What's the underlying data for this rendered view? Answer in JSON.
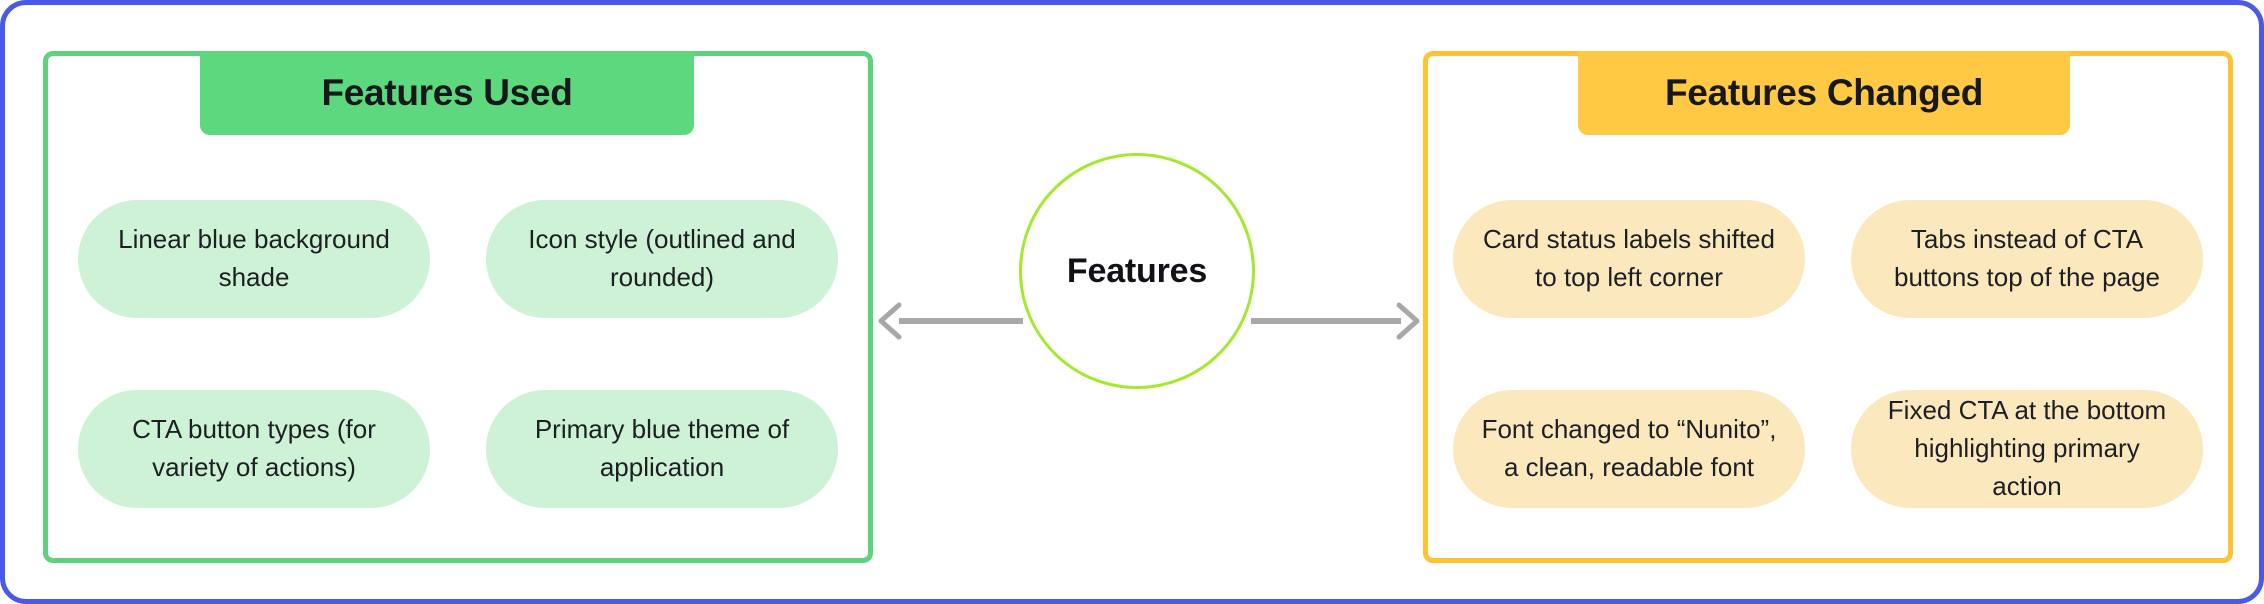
{
  "frame": {
    "border_color": "#4a5ae8",
    "background": "#ffffff"
  },
  "hub": {
    "label": "Features",
    "stroke_color": "#a5e82e",
    "shape": "circle"
  },
  "connectors": [
    {
      "name": "arrow-left",
      "direction": "left",
      "color": "#a8a8a8"
    },
    {
      "name": "arrow-right",
      "direction": "right",
      "color": "#a8a8a8"
    }
  ],
  "panels": [
    {
      "id": "features-used",
      "title": "Features Used",
      "border_color": "#5fd280",
      "header_color": "#5ed87f",
      "pill_color": "#cdf2d6",
      "items": [
        "Linear blue background shade",
        "Icon style (outlined and rounded)",
        "CTA button types (for variety of actions)",
        "Primary blue theme of application"
      ]
    },
    {
      "id": "features-changed",
      "title": "Features Changed",
      "border_color": "#ffc233",
      "header_color": "#ffc943",
      "pill_color": "#fbe9bd",
      "items": [
        "Card status labels shifted to top left corner",
        "Tabs instead of CTA buttons top of the page",
        "Font changed to “Nunito”, a clean, readable font",
        "Fixed CTA at the bottom highlighting primary action"
      ]
    }
  ]
}
